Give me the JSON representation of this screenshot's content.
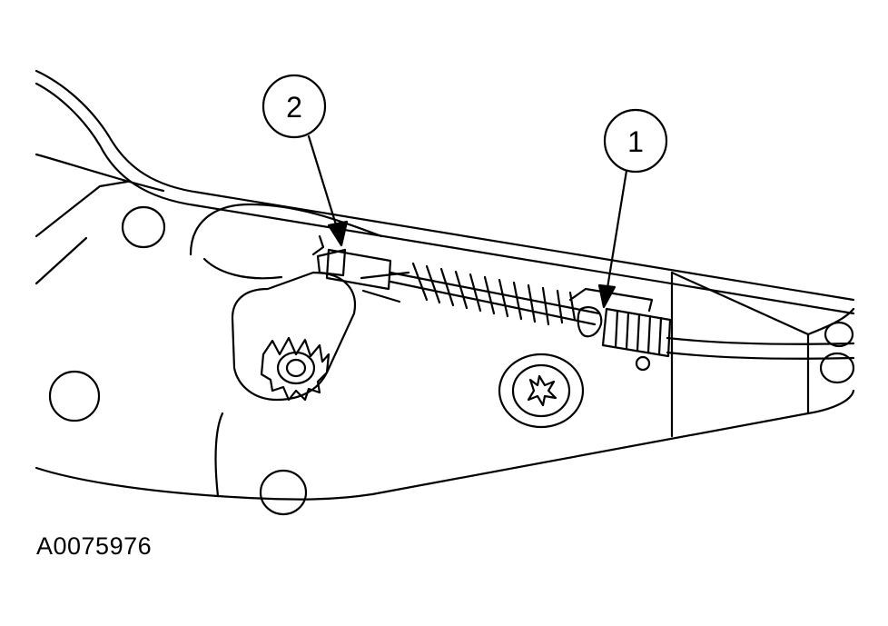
{
  "figure_id": "A0075976",
  "callouts": [
    {
      "label": "1"
    },
    {
      "label": "2"
    }
  ],
  "colors": {
    "line": "#000000",
    "background": "#ffffff"
  }
}
